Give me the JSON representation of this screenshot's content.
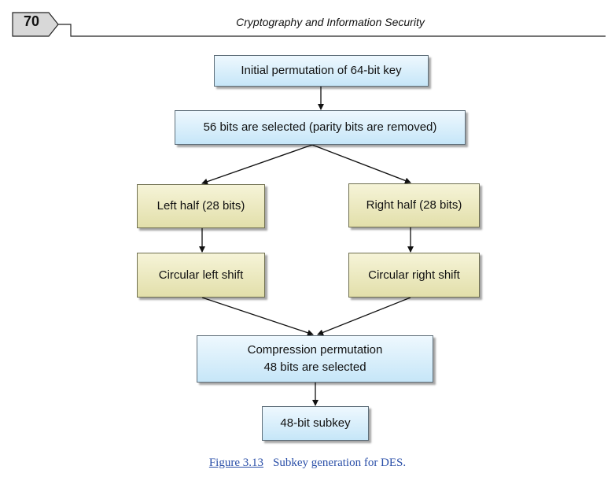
{
  "header": {
    "page_number": "70",
    "running_title": "Cryptography and Information Security"
  },
  "diagram": {
    "boxes": {
      "initial_permutation": "Initial permutation of 64-bit key",
      "bit_selection": "56 bits are selected (parity bits are removed)",
      "left_half": "Left half (28 bits)",
      "right_half": "Right half (28 bits)",
      "circular_left_shift": "Circular left shift",
      "circular_right_shift": "Circular right shift",
      "compression_line1": "Compression permutation",
      "compression_line2": "48 bits are selected",
      "subkey": "48-bit subkey"
    },
    "colors": {
      "blue_box_fill": "#c6e6f8",
      "yellow_box_fill": "#e2dfaa",
      "arrow": "#111111",
      "caption": "#2a4fa8"
    }
  },
  "caption": {
    "label": "Figure 3.13",
    "text": "Subkey generation for DES."
  }
}
